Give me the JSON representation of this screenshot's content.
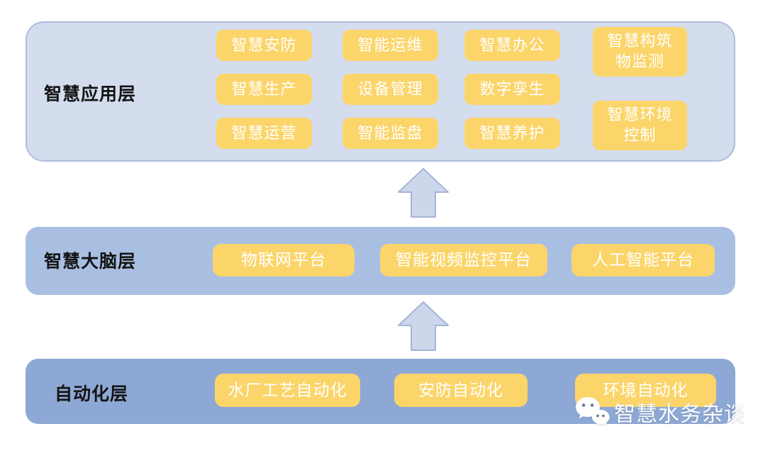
{
  "layers": {
    "application": {
      "label": "智慧应用层",
      "columns": [
        [
          "智慧安防",
          "智慧生产",
          "智慧运营"
        ],
        [
          "智能运维",
          "设备管理",
          "智能监盘"
        ],
        [
          "智慧办公",
          "数字孪生",
          "智慧养护"
        ],
        [
          "智慧构筑\n物监测",
          "智慧环境\n控制"
        ]
      ]
    },
    "brain": {
      "label": "智慧大脑层",
      "items": [
        "物联网平台",
        "智能视频监控平台",
        "人工智能平台"
      ]
    },
    "automation": {
      "label": "自动化层",
      "items": [
        "水厂工艺自动化",
        "安防自动化",
        "环境自动化"
      ]
    }
  },
  "icons": {
    "arrow_between_layers": "up-arrow-icon",
    "watermark_logo": "wechat-icon"
  },
  "watermark": {
    "text": "智慧水务杂谈"
  },
  "colors": {
    "app_layer_bg": "#d3ddee",
    "app_layer_border": "#b0bddc",
    "brain_layer_bg": "#a9bfe2",
    "auto_layer_bg": "#8da8d4",
    "item_box_bg": "#fbd56a",
    "item_box_text": "#ffffff",
    "arrow_fill": "#ccd7ec",
    "arrow_stroke": "#a7b4d4",
    "label_text": "#141414"
  }
}
